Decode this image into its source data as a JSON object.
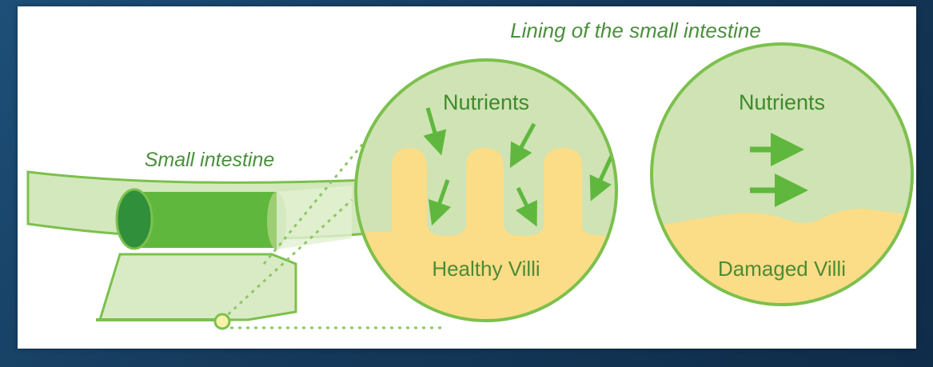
{
  "diagram": {
    "title": "Lining of the small intestine",
    "intestine_label": "Small intestine",
    "healthy": {
      "top_label": "Nutrients",
      "bottom_label": "Healthy Villi"
    },
    "damaged": {
      "top_label": "Nutrients",
      "bottom_label": "Damaged Villi"
    },
    "colors": {
      "light_green": "#cfe3b4",
      "mid_green": "#b3d590",
      "dark_green": "#5fb83d",
      "darkest_green": "#2f8f3a",
      "villi_yellow": "#fadd86",
      "outline": "#7cc04d"
    }
  }
}
